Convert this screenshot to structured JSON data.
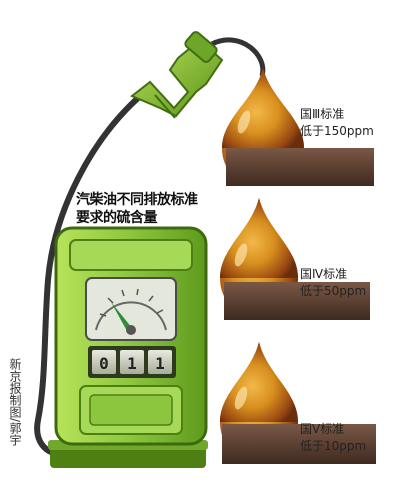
{
  "title": "汽柴油不同排放标准要求的硫含量",
  "title_line1": "汽柴油不同排放标准",
  "title_line2": "要求的硫含量",
  "credit": "新京报制图/郭宇",
  "counter": [
    "0",
    "1",
    "1"
  ],
  "standards": [
    {
      "name": "国Ⅲ标准",
      "limit": "低于150ppm"
    },
    {
      "name": "国Ⅳ标准",
      "limit": "低于50ppm"
    },
    {
      "name": "国Ⅴ标准",
      "limit": "低于10ppm"
    }
  ],
  "colors": {
    "pump_green": "#8cc63f",
    "pump_dark": "#4e7f12",
    "drop_amber": "#d8901e",
    "drop_brown": "#7a3a10",
    "shelf_brown": "#5b3c2c"
  }
}
